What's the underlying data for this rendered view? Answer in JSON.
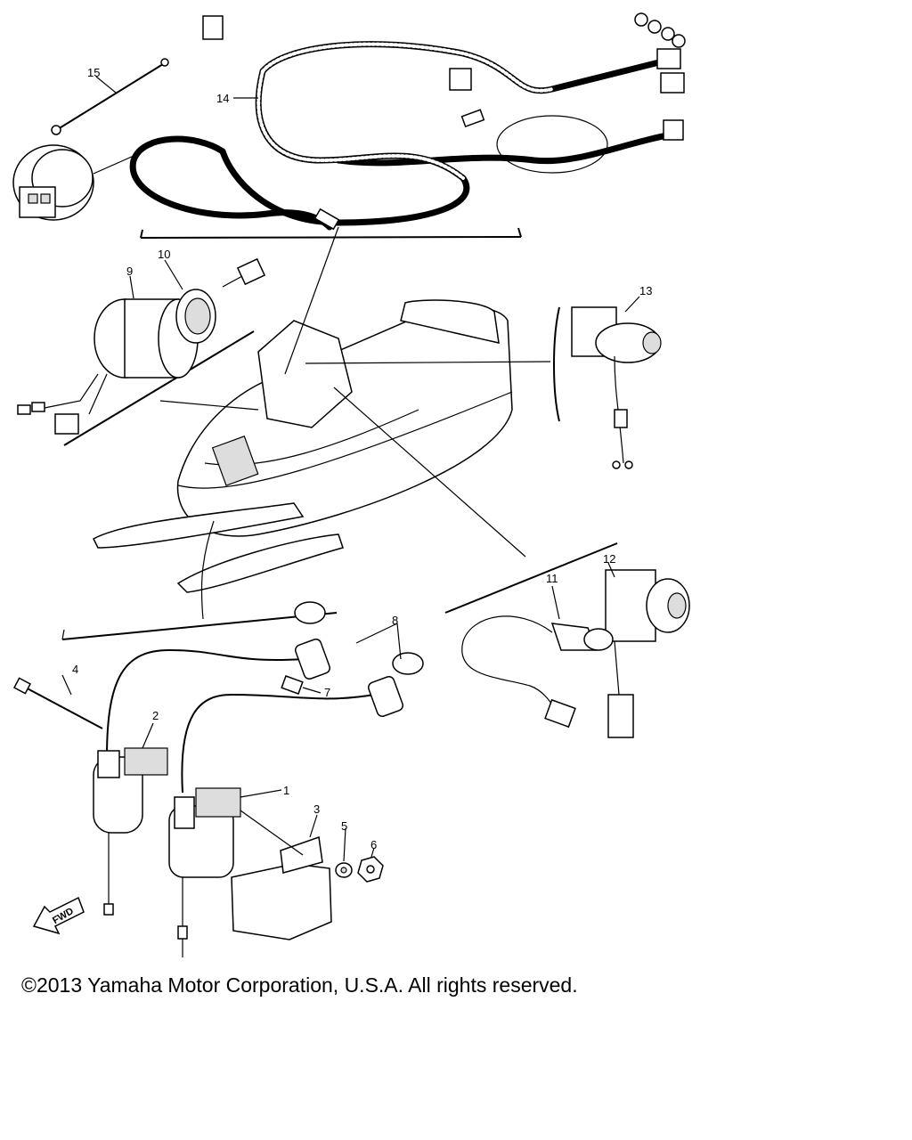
{
  "callouts": {
    "c1": "1",
    "c2": "2",
    "c3": "3",
    "c4": "4",
    "c5": "5",
    "c6": "6",
    "c7": "7",
    "c8": "8",
    "c9": "9",
    "c10": "10",
    "c11": "11",
    "c12": "12",
    "c13": "13",
    "c14": "14",
    "c15": "15"
  },
  "fwd_label": "FWD",
  "copyright": "©2013 Yamaha Motor Corporation, U.S.A. All rights reserved."
}
